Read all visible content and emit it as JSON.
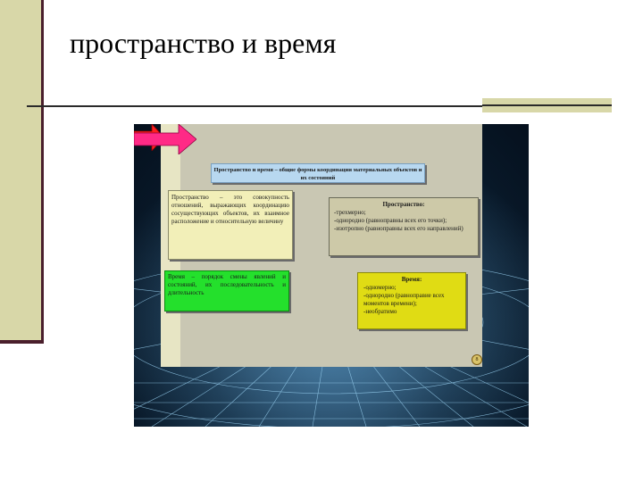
{
  "slide": {
    "title": "пространство и время"
  },
  "diagram": {
    "header": "Пространство и время – общие формы координации материальных объектов и их состояний",
    "space_definition": "Пространство – это совокупность отношений, выражающих координацию сосуществующих объектов, их взаимное расположение и относительную величину",
    "space_properties": {
      "title": "Пространство:",
      "lines": [
        "-трехмерно;",
        "-однородно (равноправны всех его точки);",
        "-изотропно (равноправны всех его направлений)"
      ]
    },
    "time_definition": "Время – порядок смены явлений и состояний, их последовательность и длительность",
    "time_properties": {
      "title": "Время:",
      "lines": [
        "-одномерно;",
        "-однородно (равноправие всех моментов времени);",
        "-необратимо"
      ]
    },
    "page_icon": "8",
    "colors": {
      "header_bg": "#b8d8f0",
      "space_def_bg": "#f2efb8",
      "space_props_bg": "#cdc9a8",
      "time_def_bg": "#24e02c",
      "time_props_bg": "#e0dc14",
      "arrow_red": "#ff2020",
      "arrow_magenta": "#ff2a86"
    }
  }
}
